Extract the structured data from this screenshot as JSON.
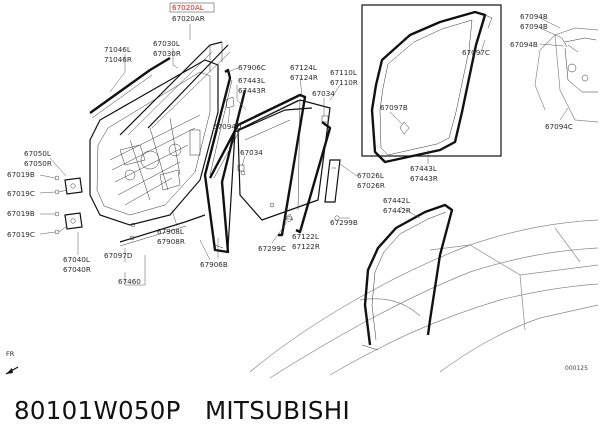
{
  "caption": "80101W050P   MITSUBISHI",
  "diagram_id": "000125",
  "orientation": "FR",
  "highlight_label": "67020AL",
  "labels": [
    "67020AR",
    "67030L",
    "67030R",
    "71046L",
    "71046R",
    "67906C",
    "67443L",
    "67443R",
    "67124L",
    "67124R",
    "67110L",
    "67110R",
    "67034",
    "67094D",
    "67097C",
    "67097B",
    "67094B",
    "67094B",
    "67094B",
    "67094C",
    "67443L",
    "67443R",
    "67050L",
    "67050R",
    "67019B",
    "67019C",
    "67019B",
    "67019C",
    "67034",
    "67026L",
    "67026R",
    "67299B",
    "67906B",
    "67908L",
    "67908R",
    "67097D",
    "67040L",
    "67040R",
    "67460",
    "67299C",
    "67122L",
    "67122R",
    "67442L",
    "67442R"
  ]
}
